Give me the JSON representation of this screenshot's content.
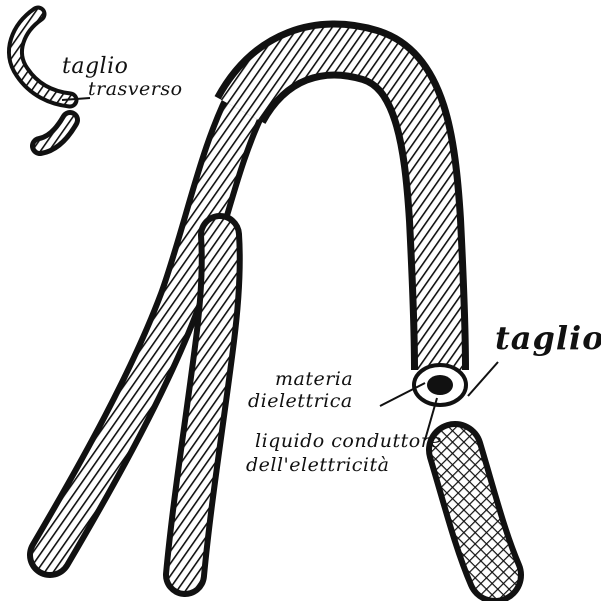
{
  "labels": {
    "inset_cut_top": "taglio",
    "inset_cut_bottom": "trasverso",
    "cut": "taglio",
    "dielectric_line1": "materia",
    "dielectric_line2": "dielettrica",
    "conductor_line1": "liquido conduttore",
    "conductor_line2": "dell'elettricità"
  },
  "colors": {
    "ink": "#111111",
    "paper": "#ffffff"
  }
}
